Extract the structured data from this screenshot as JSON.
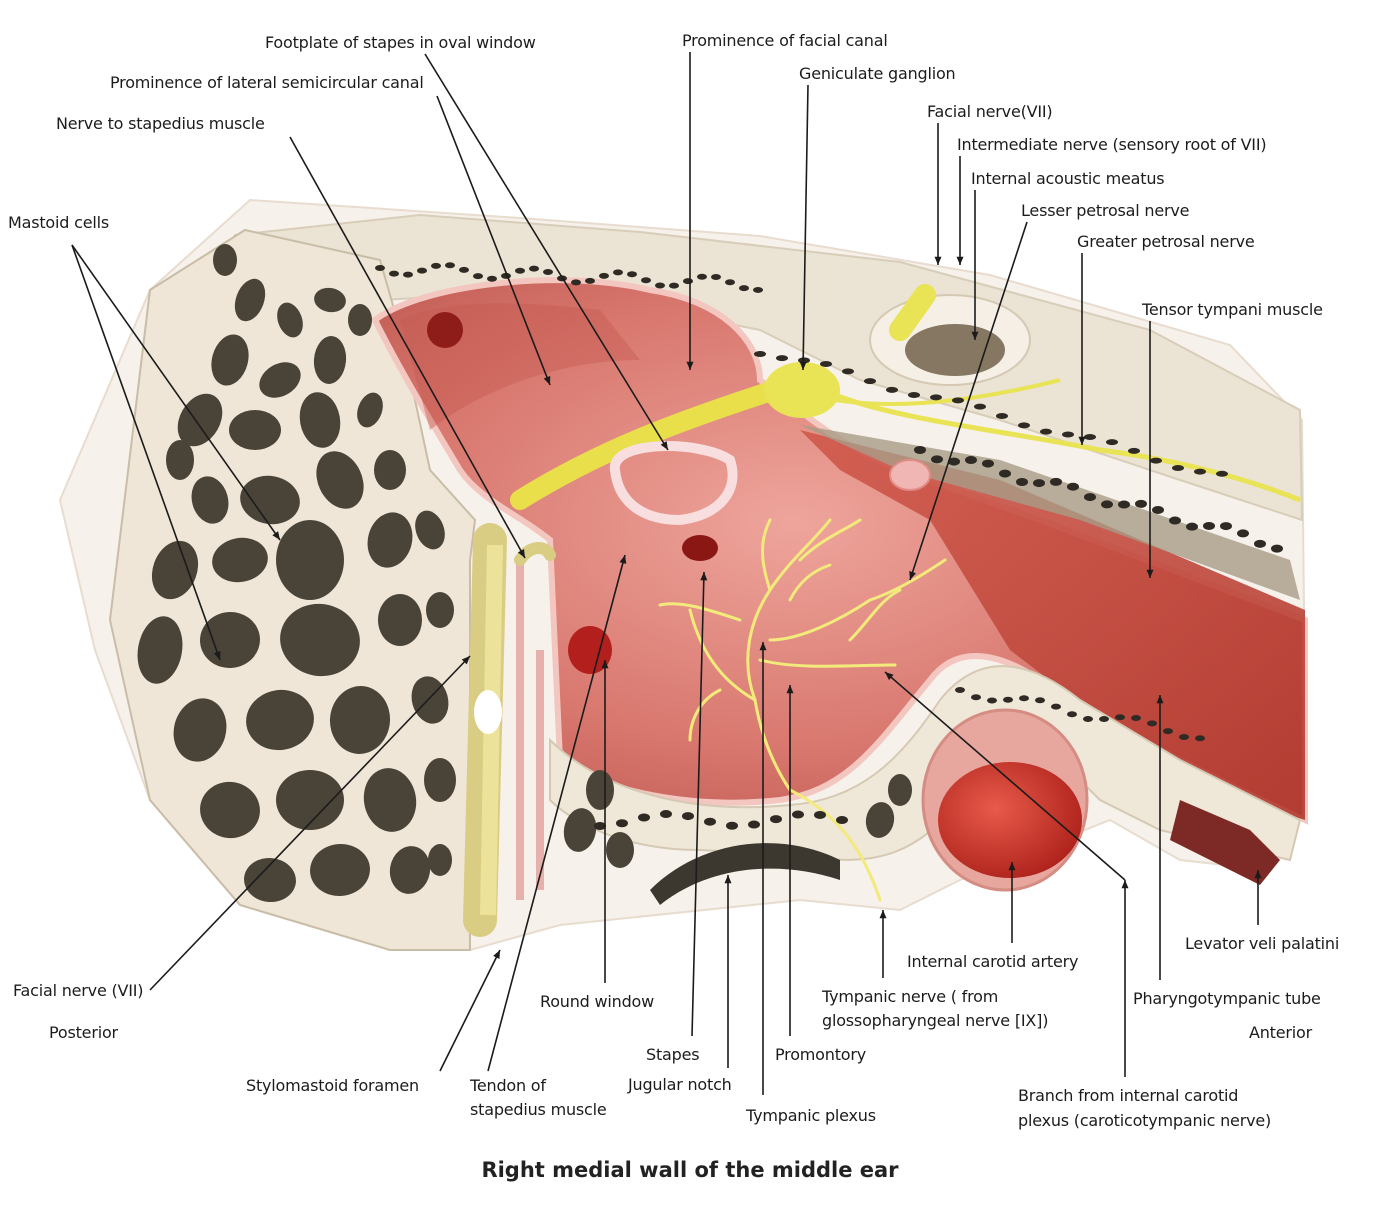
{
  "title": "Right medial wall of the middle ear",
  "labels": {
    "footplate_stapes": "Footplate of stapes in oval window",
    "prominence_facial_canal": "Prominence of facial canal",
    "prominence_lateral_canal": "Prominence of lateral semicircular canal",
    "geniculate_ganglion": "Geniculate ganglion",
    "nerve_to_stapedius": "Nerve to stapedius muscle",
    "facial_nerve_top": "Facial nerve(VII)",
    "intermediate_nerve": "Intermediate nerve (sensory root of VII)",
    "internal_acoustic_meatus": "Internal acoustic meatus",
    "mastoid_cells": "Mastoid cells",
    "lesser_petrosal": "Lesser petrosal nerve",
    "greater_petrosal": "Greater petrosal nerve",
    "tensor_tympani": "Tensor tympani muscle",
    "levator_veli": "Levator veli palatini",
    "internal_carotid": "Internal carotid artery",
    "facial_nerve_bottom": "Facial nerve (VII)",
    "tympanic_nerve_1": "Tympanic nerve ( from",
    "tympanic_nerve_2": "glossopharyngeal nerve [IX])",
    "round_window": "Round window",
    "pharyngotympanic": "Pharyngotympanic tube",
    "posterior": "Posterior",
    "anterior": "Anterior",
    "stapes": "Stapes",
    "promontory": "Promontory",
    "stylomastoid": "Stylomastoid foramen",
    "tendon_1": "Tendon of",
    "tendon_2": "stapedius muscle",
    "jugular_notch": "Jugular notch",
    "branch_1": "Branch from internal carotid",
    "branch_2": "plexus (caroticotympanic nerve)",
    "tympanic_plexus": "Tympanic plexus"
  },
  "colors": {
    "bone": "#f1ebe0",
    "cavity": "#d97a72",
    "cavity_dark": "#b7423c",
    "nerve": "#e9e356",
    "mastoid_cell": "#4a4438",
    "muscle": "#c9473a"
  }
}
